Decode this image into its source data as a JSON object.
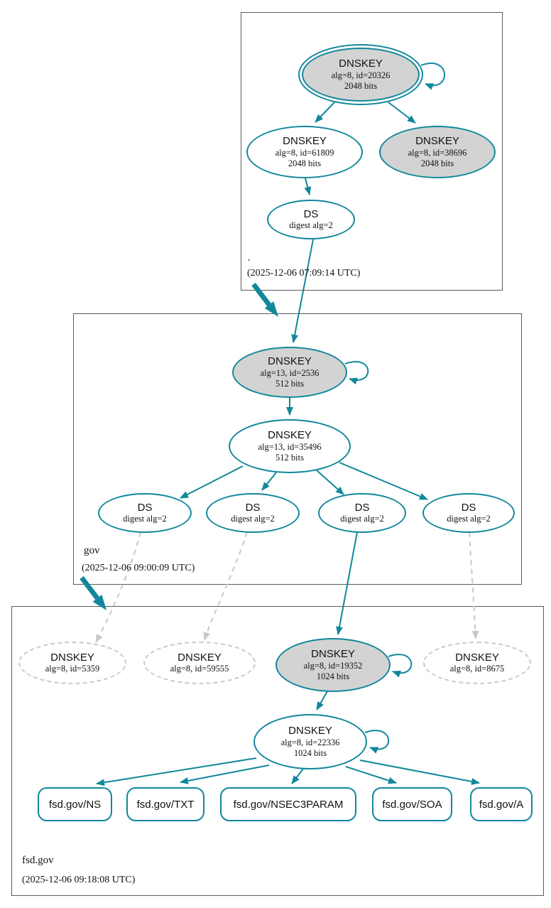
{
  "diagram_type": "dnssec-authentication-chain",
  "colors": {
    "secure_teal": "#11879c",
    "sep_key_fill": "#d3d3d3",
    "dashed_gray": "#c9c9c9",
    "zone_border": "#5b5b5b",
    "background": "#ffffff"
  },
  "root_zone": {
    "label": ".",
    "timestamp": "(2025-12-06 07:09:14 UTC)",
    "ksk": {
      "title": "DNSKEY",
      "detail": "alg=8, id=20326",
      "bits": "2048 bits"
    },
    "zsk": {
      "title": "DNSKEY",
      "detail": "alg=8, id=61809",
      "bits": "2048 bits"
    },
    "key_38696": {
      "title": "DNSKEY",
      "detail": "alg=8, id=38696",
      "bits": "2048 bits"
    },
    "ds": {
      "title": "DS",
      "detail": "digest alg=2"
    }
  },
  "gov_zone": {
    "label": "gov",
    "timestamp": "(2025-12-06 09:00:09 UTC)",
    "ksk": {
      "title": "DNSKEY",
      "detail": "alg=13, id=2536",
      "bits": "512 bits"
    },
    "zsk": {
      "title": "DNSKEY",
      "detail": "alg=13, id=35496",
      "bits": "512 bits"
    },
    "ds1": {
      "title": "DS",
      "detail": "digest alg=2"
    },
    "ds2": {
      "title": "DS",
      "detail": "digest alg=2"
    },
    "ds3": {
      "title": "DS",
      "detail": "digest alg=2"
    },
    "ds4": {
      "title": "DS",
      "detail": "digest alg=2"
    }
  },
  "fsd_zone": {
    "label": "fsd.gov",
    "timestamp": "(2025-12-06 09:18:08 UTC)",
    "key_5359": {
      "title": "DNSKEY",
      "detail": "alg=8, id=5359"
    },
    "key_59555": {
      "title": "DNSKEY",
      "detail": "alg=8, id=59555"
    },
    "ksk": {
      "title": "DNSKEY",
      "detail": "alg=8, id=19352",
      "bits": "1024 bits"
    },
    "key_8675": {
      "title": "DNSKEY",
      "detail": "alg=8, id=8675"
    },
    "zsk": {
      "title": "DNSKEY",
      "detail": "alg=8, id=22336",
      "bits": "1024 bits"
    },
    "rrset_ns": {
      "label": "fsd.gov/NS"
    },
    "rrset_txt": {
      "label": "fsd.gov/TXT"
    },
    "rrset_nsec3param": {
      "label": "fsd.gov/NSEC3PARAM"
    },
    "rrset_soa": {
      "label": "fsd.gov/SOA"
    },
    "rrset_a": {
      "label": "fsd.gov/A"
    }
  }
}
